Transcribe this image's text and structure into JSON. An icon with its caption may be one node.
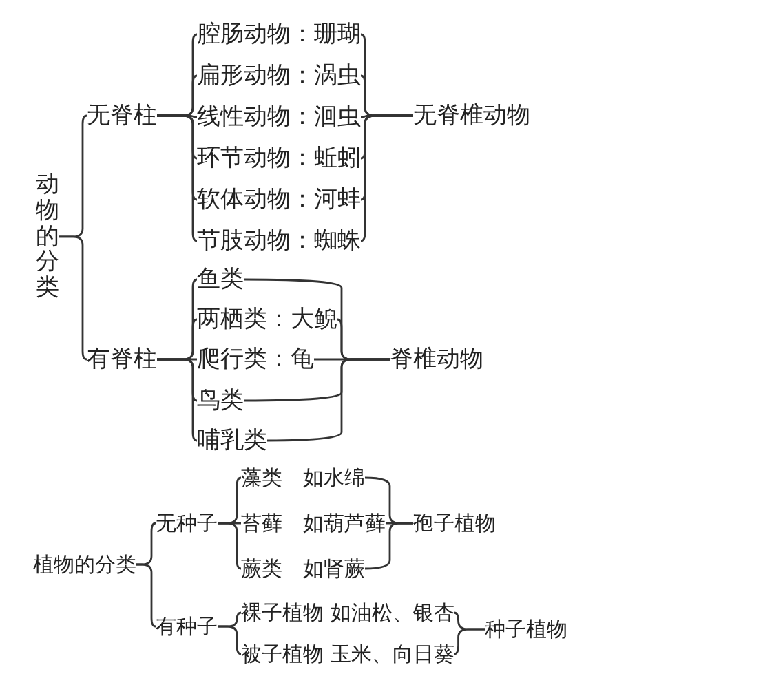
{
  "diagram": {
    "nodes": [
      {
        "text": [
          "动物的分类"
        ]
      },
      {
        "text": [
          "无脊柱"
        ]
      },
      {
        "text": [
          "腔肠动物：珊瑚"
        ]
      },
      {
        "text": [
          "扁形动物：涡虫"
        ]
      },
      {
        "text": [
          "线性动物：洄虫"
        ]
      },
      {
        "text": [
          "环节动物：蚯蚓"
        ]
      },
      {
        "text": [
          "软体动物：河蚌"
        ]
      },
      {
        "text": [
          "节肢动物：蜘蛛"
        ]
      },
      {
        "text": [
          "无脊椎动物"
        ]
      },
      {
        "text": [
          "有脊柱"
        ]
      },
      {
        "text": [
          "鱼类"
        ]
      },
      {
        "text": [
          "两栖类：大鲵"
        ]
      },
      {
        "text": [
          "爬行类：龟"
        ]
      },
      {
        "text": [
          "鸟类"
        ]
      },
      {
        "text": [
          "哺乳类"
        ]
      },
      {
        "text": [
          "脊椎动物"
        ]
      },
      {
        "text": [
          "植物的分类"
        ]
      },
      {
        "text": [
          "无种子"
        ]
      },
      {
        "text": [
          "藻类　如水绵"
        ]
      },
      {
        "text": [
          "苔藓　如葫芦藓"
        ]
      },
      {
        "text": [
          "蕨类　如肾蕨"
        ]
      },
      {
        "text": [
          "孢子植物"
        ]
      },
      {
        "text": [
          "有种子"
        ]
      },
      {
        "text": [
          "裸子植物 如油松、银杏"
        ]
      },
      {
        "text": [
          "被子植物 玉米、向日葵"
        ]
      },
      {
        "text": [
          "种子植物"
        ]
      }
    ],
    "edges": [
      {
        "from": 0,
        "to": 1,
        "arrow": "none"
      },
      {
        "from": 0,
        "to": 9,
        "arrow": "none"
      },
      {
        "from": 1,
        "to": 2,
        "arrow": "none"
      },
      {
        "from": 1,
        "to": 3,
        "arrow": "none"
      },
      {
        "from": 1,
        "to": 4,
        "arrow": "none"
      },
      {
        "from": 1,
        "to": 5,
        "arrow": "none"
      },
      {
        "from": 1,
        "to": 6,
        "arrow": "none"
      },
      {
        "from": 1,
        "to": 7,
        "arrow": "none"
      },
      {
        "from": 2,
        "to": 8,
        "arrow": "none"
      },
      {
        "from": 3,
        "to": 8,
        "arrow": "none"
      },
      {
        "from": 4,
        "to": 8,
        "arrow": "none"
      },
      {
        "from": 5,
        "to": 8,
        "arrow": "none"
      },
      {
        "from": 6,
        "to": 8,
        "arrow": "none"
      },
      {
        "from": 7,
        "to": 8,
        "arrow": "none"
      },
      {
        "from": 9,
        "to": 10,
        "arrow": "none"
      },
      {
        "from": 9,
        "to": 11,
        "arrow": "none"
      },
      {
        "from": 9,
        "to": 12,
        "arrow": "none"
      },
      {
        "from": 9,
        "to": 13,
        "arrow": "none"
      },
      {
        "from": 9,
        "to": 14,
        "arrow": "none"
      },
      {
        "from": 10,
        "to": 15,
        "arrow": "none"
      },
      {
        "from": 11,
        "to": 15,
        "arrow": "none"
      },
      {
        "from": 12,
        "to": 15,
        "arrow": "none"
      },
      {
        "from": 13,
        "to": 15,
        "arrow": "none"
      },
      {
        "from": 14,
        "to": 15,
        "arrow": "none"
      },
      {
        "from": 16,
        "to": 17,
        "arrow": "none"
      },
      {
        "from": 16,
        "to": 22,
        "arrow": "none"
      },
      {
        "from": 17,
        "to": 18,
        "arrow": "none"
      },
      {
        "from": 17,
        "to": 19,
        "arrow": "none"
      },
      {
        "from": 17,
        "to": 20,
        "arrow": "none"
      },
      {
        "from": 18,
        "to": 21,
        "arrow": "none"
      },
      {
        "from": 19,
        "to": 21,
        "arrow": "none"
      },
      {
        "from": 20,
        "to": 21,
        "arrow": "none"
      },
      {
        "from": 22,
        "to": 23,
        "arrow": "none"
      },
      {
        "from": 22,
        "to": 24,
        "arrow": "none"
      },
      {
        "from": 23,
        "to": 25,
        "arrow": "none"
      },
      {
        "from": 24,
        "to": 25,
        "arrow": "none"
      }
    ]
  }
}
